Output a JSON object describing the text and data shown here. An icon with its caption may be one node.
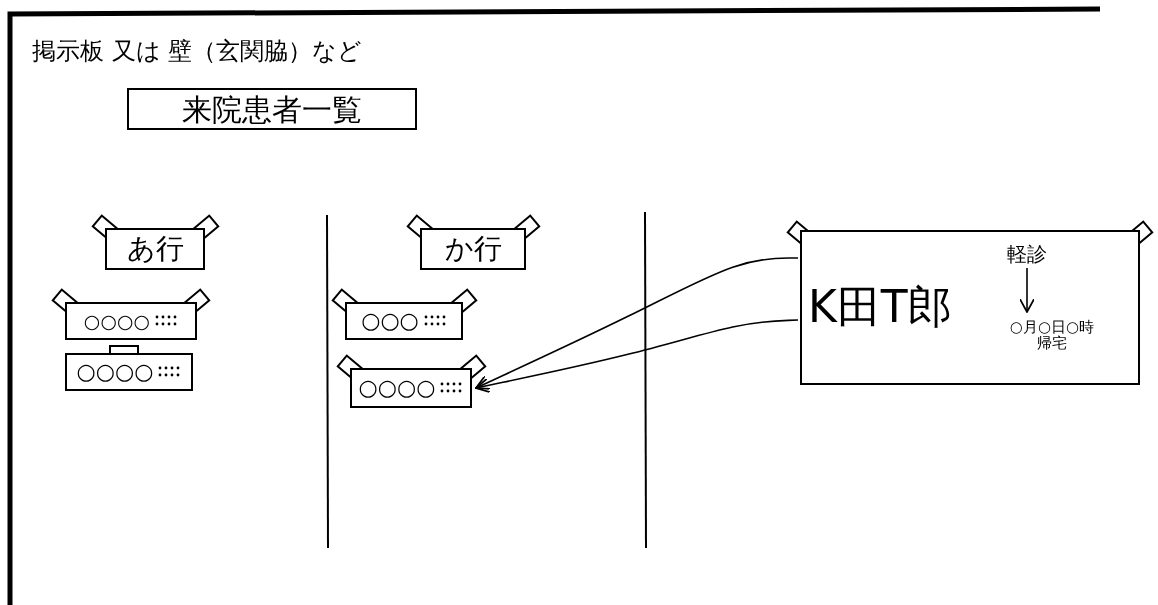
{
  "diagram": {
    "title": "掲示板 又は 壁（玄関脇）など",
    "nodes": [
      {
        "text": [
          "来院患者一覧"
        ]
      },
      {
        "text": [
          "あ行"
        ]
      },
      {
        "text": [
          "○○○○"
        ]
      },
      {
        "text": [
          "○○○○"
        ]
      },
      {
        "text": [
          "か行"
        ]
      },
      {
        "text": [
          "○○○"
        ]
      },
      {
        "text": [
          "○○○○"
        ]
      },
      {
        "text": [
          "K田T郎"
        ]
      },
      {
        "text": [
          "軽診"
        ],
        "in": 7
      },
      {
        "text": [
          "○月○日○時帰宅"
        ],
        "in": 7
      }
    ],
    "edges": [
      {
        "from": 7,
        "to": 6,
        "arrow": "to"
      },
      {
        "from": 7,
        "to": 6,
        "arrow": "to"
      },
      {
        "from": 8,
        "to": 9,
        "arrow": "to"
      }
    ]
  }
}
